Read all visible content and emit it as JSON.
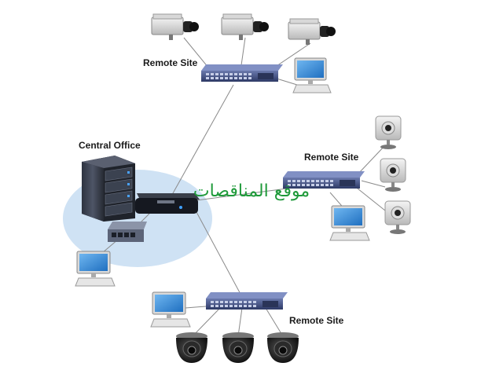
{
  "diagram": {
    "labels": {
      "remote_site_top": "Remote Site",
      "central_office": "Central Office",
      "remote_site_right": "Remote Site",
      "remote_site_bottom": "Remote Site"
    },
    "watermark": "موقع المناقصات",
    "colors": {
      "office_zone": "#cfe2f4",
      "switch_body": "#3f4f86",
      "link_line": "#8a8a8a",
      "watermark": "#1f9a3a",
      "label_text": "#1a1a1a"
    },
    "icons": {
      "server": "server-tower-icon",
      "router": "router-icon",
      "switch": "network-switch-icon",
      "ip_camera": "ip-camera-icon",
      "cube_camera": "cube-camera-icon",
      "dome_camera": "dome-camera-icon",
      "computer": "desktop-computer-icon"
    }
  }
}
